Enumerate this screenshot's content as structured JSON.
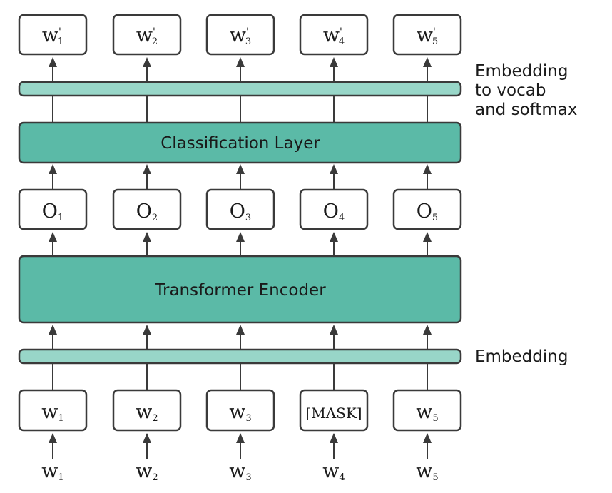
{
  "output_tokens": [
    {
      "base": "w",
      "sub": "1",
      "sup": "'"
    },
    {
      "base": "w",
      "sub": "2",
      "sup": "'"
    },
    {
      "base": "w",
      "sub": "3",
      "sup": "'"
    },
    {
      "base": "w",
      "sub": "4",
      "sup": "'"
    },
    {
      "base": "w",
      "sub": "5",
      "sup": "'"
    }
  ],
  "encoder_outputs": [
    {
      "base": "O",
      "sub": "1"
    },
    {
      "base": "O",
      "sub": "2"
    },
    {
      "base": "O",
      "sub": "3"
    },
    {
      "base": "O",
      "sub": "4"
    },
    {
      "base": "O",
      "sub": "5"
    }
  ],
  "input_tokens": [
    {
      "base": "w",
      "sub": "1"
    },
    {
      "base": "w",
      "sub": "2"
    },
    {
      "base": "w",
      "sub": "3"
    },
    {
      "text": "[MASK]"
    },
    {
      "base": "w",
      "sub": "5"
    }
  ],
  "raw_tokens": [
    {
      "base": "w",
      "sub": "1"
    },
    {
      "base": "w",
      "sub": "2"
    },
    {
      "base": "w",
      "sub": "3"
    },
    {
      "base": "w",
      "sub": "4"
    },
    {
      "base": "w",
      "sub": "5"
    }
  ],
  "labels": {
    "output_embedding": [
      "Embedding",
      "to vocab",
      "and softmax"
    ],
    "classification_layer": "Classification Layer",
    "transformer_encoder": "Transformer Encoder",
    "input_embedding": "Embedding"
  },
  "colors": {
    "light_teal": "#98d6c8",
    "teal": "#5bbaa7",
    "stroke": "#3a3a3a"
  }
}
